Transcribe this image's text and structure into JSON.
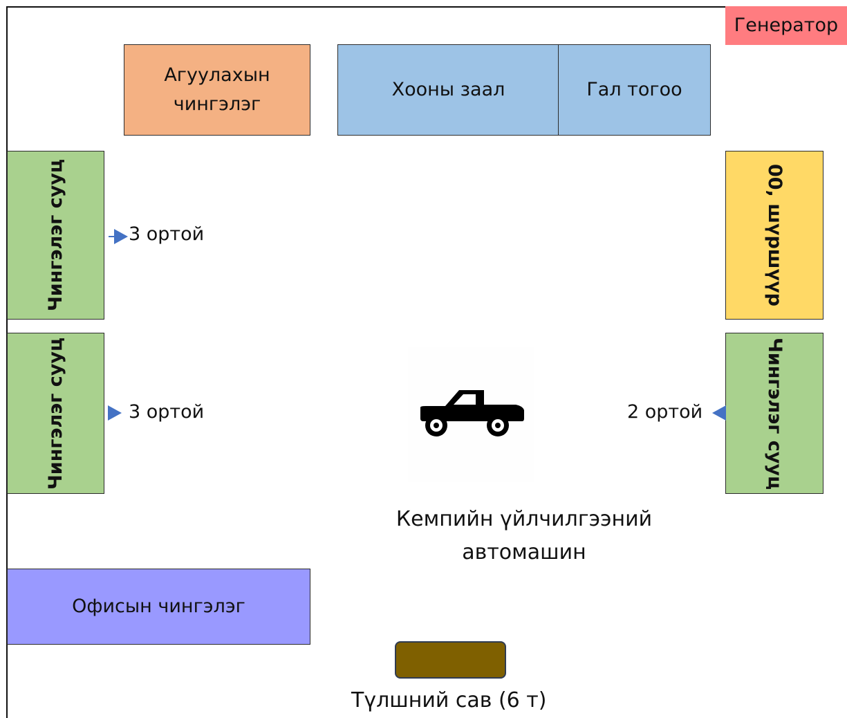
{
  "colors": {
    "orange": "#f4b183",
    "blue": "#9dc3e6",
    "green": "#a9d18e",
    "yellow": "#ffd966",
    "red": "#ff7c80",
    "purple": "#9999ff",
    "tank": "#7f6000",
    "arrow": "#4472c4"
  },
  "buildings": {
    "generator": "Генератор",
    "storage": [
      "Агуулахын",
      "чингэлэг"
    ],
    "dining": "Хооны заал",
    "kitchen": "Гал тогоо",
    "dorm_left_top": "Чингэлэг сууц",
    "dorm_left_bottom": "Чингэлэг сууц",
    "toilet": "00, шүршүүр",
    "dorm_right": "Чингэлэг сууц",
    "office": "Офисын чингэлэг"
  },
  "rooms": {
    "left_top": "3 ортой",
    "left_bottom": "3 ортой",
    "right": "2 ортой"
  },
  "vehicle": {
    "icon": "pickup-truck-icon",
    "label": [
      "Кемпийн үйлчилгээний",
      "автомашин"
    ]
  },
  "fuel_tank": {
    "label": "Түлшний сав (6 т)"
  }
}
